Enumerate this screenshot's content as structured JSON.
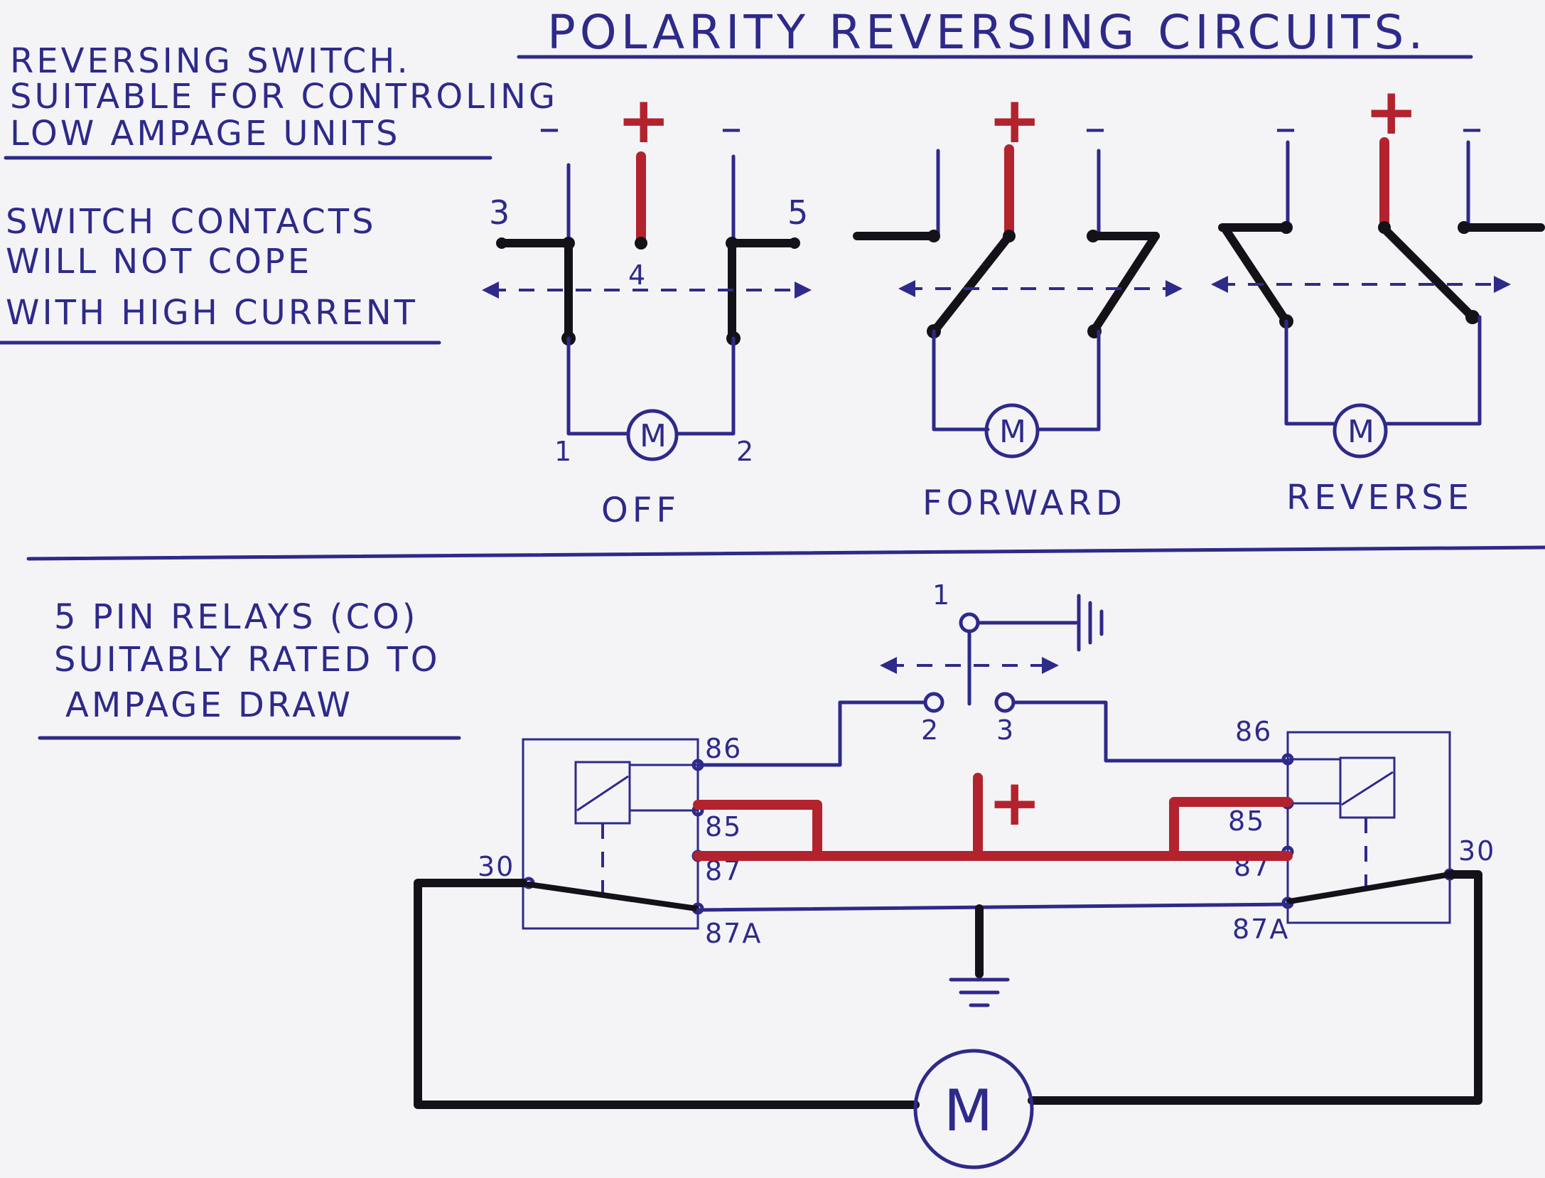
{
  "title": "POLARITY REVERSING CIRCUITS.",
  "notes": {
    "reversing_switch": [
      "REVERSING SWITCH.",
      "SUITABLE FOR CONTROLING",
      "LOW AMPAGE UNITS"
    ],
    "switch_contacts": [
      "SWITCH CONTACTS",
      "WILL NOT COPE",
      "WITH HIGH CURRENT"
    ],
    "relays": [
      "5 PIN RELAYS (CO)",
      "SUITABLY RATED TO",
      "AMPAGE DRAW"
    ]
  },
  "switch_diagrams": {
    "captions": [
      "OFF",
      "FORWARD",
      "REVERSE"
    ],
    "terminal_labels": [
      "3",
      "4",
      "5",
      "1",
      "2"
    ],
    "polarity": {
      "plus": "+",
      "minus": "–"
    },
    "motor": "M"
  },
  "relay_diagram": {
    "switch_pins": [
      "1",
      "2",
      "3"
    ],
    "left_relay_pins": [
      "86",
      "85",
      "87",
      "87A",
      "30"
    ],
    "right_relay_pins": [
      "86",
      "85",
      "87",
      "87A",
      "30"
    ],
    "supply": "+",
    "motor": "M"
  },
  "colors": {
    "ink_blue": "#2e2a8a",
    "wire_black": "#141218",
    "supply_red": "#b3232d",
    "paper": "#f4f4f7"
  }
}
